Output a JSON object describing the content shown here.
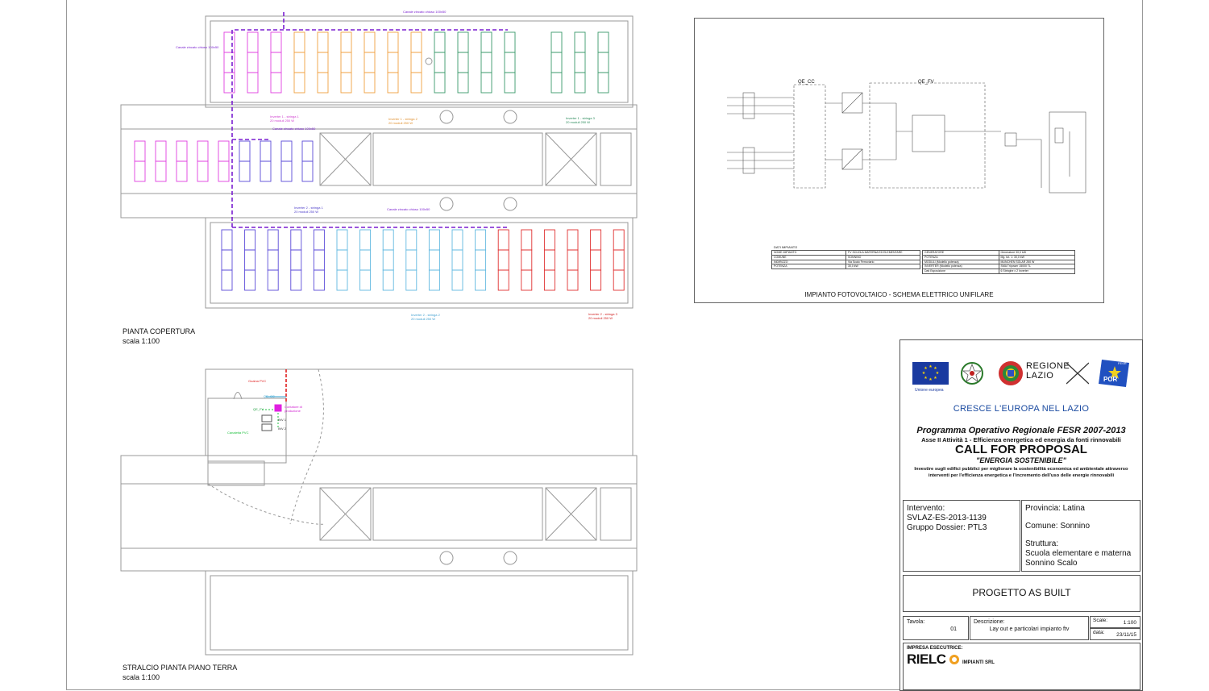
{
  "roof_plan": {
    "title": "PIANTA COPERTURA",
    "scale": "scala 1:100",
    "annotations": [
      "Canale zincato chiuso 100x50",
      "Canale zincato chiuso 100x50",
      "Canale zincato chiuso 100x50",
      "Canale zincato chiuso 100x50",
      "Inverter 1 - stringa 1\n20 moduli 250 W",
      "Inverter 1 - stringa 2\n20 moduli 250 W",
      "Inverter 1 - stringa 3\n20 moduli 250 W",
      "Inverter 2 - stringa 1\n20 moduli 250 W",
      "Inverter 2 - stringa 2\n20 moduli 250 W",
      "Inverter 2 - stringa 3\n20 moduli 250 W"
    ]
  },
  "ground_plan": {
    "title": "STRALCIO PIANTA PIANO TERRA",
    "scale": "scala 1:100",
    "labels": {
      "guaina": "Guaina PVC",
      "qe_cc": "QE_CC",
      "qe_fv": "QE_FV",
      "contatore": "Contatore di\nproduzione",
      "inv1": "INV 1",
      "inv2": "INV 2",
      "canaletta": "Canaletta PVC"
    }
  },
  "schematic": {
    "title": "IMPIANTO FOTOVOLTAICO - SCHEMA ELETTRICO UNIFILARE",
    "qe_cc": "QE_CC",
    "qe_fv": "QE_FV",
    "dati_impianto_title": "DATI IMPIANTO",
    "table_left": [
      [
        "NOME IMPIANTO",
        "FV SCUOLA MATERNA ED ELEMENTARE"
      ],
      [
        "COMUNE",
        "SONNINO"
      ],
      [
        "INDIRIZZO",
        "Via Scalo Ferroviario"
      ],
      [
        "POTENZA",
        "30,0 kW"
      ]
    ],
    "table_right": [
      [
        "GENERATORE",
        "Generatore 30,0 kW"
      ],
      [
        "POTENZA",
        "Mg. tot. 1: 30,0 kW"
      ],
      [
        "MODULI (Modello potenza)",
        "MUNCHEN SOLAR 250 W"
      ],
      [
        "INVERTER (Modello potenza)",
        "SMA Tripower 15000 TL"
      ],
      [
        "Dati Esposizione",
        "6 Stringhe x 2 Inverter"
      ]
    ]
  },
  "cartouche": {
    "logos": {
      "eu": "Unione europea",
      "regione_line1": "REGIONE",
      "regione_line2": "LAZIO",
      "fesr": "FESR",
      "por": "POR"
    },
    "slogan": "CRESCE L'EUROPA NEL LAZIO",
    "programma": "Programma Operativo Regionale FESR 2007-2013",
    "asse": "Asse II Attività 1 - Efficienza energetica ed energia da fonti rinnovabili",
    "call": "CALL FOR PROPOSAL",
    "energia": "\"ENERGIA SOSTENIBILE\"",
    "investire": "Investire sugli edifici pubblici per migliorare la sostenibilità economica ed ambientale attraverso",
    "interventi": "interventi per l'efficienza energetica e l'incremento dell'uso delle energie rinnovabili",
    "intervento_label": "Intervento:",
    "intervento_code": "SVLAZ-ES-2013-1139",
    "gruppo": "Gruppo Dossier: PTL3",
    "provincia": "Provincia: Latina",
    "comune": "Comune: Sonnino",
    "struttura_label": "Struttura:",
    "struttura_line1": "Scuola elementare e materna",
    "struttura_line2": "Sonnino Scalo",
    "progetto": "PROGETTO AS BUILT",
    "tavola_label": "Tavola:",
    "tavola_value": "01",
    "descrizione_label": "Descrizione:",
    "descrizione_value": "Lay out e particolari impianto ftv",
    "scale_label": "Scale:",
    "scale_value": "1:100",
    "data_label": "data:",
    "data_value": "23/11/15",
    "impresa_label": "IMPRESA ESECUTRICE:",
    "rielco": "RIELC",
    "impianti": "IMPIANTI SRL"
  },
  "colors": {
    "purple": "#8a2be2",
    "magenta": "#e040e0",
    "orange": "#f0a040",
    "green": "#3a9a6a",
    "blue": "#5a4ad8",
    "cyan": "#60b8e0",
    "red": "#e03030",
    "eu_blue": "#1a3aa0",
    "slogan_blue": "#1a4aa0"
  }
}
